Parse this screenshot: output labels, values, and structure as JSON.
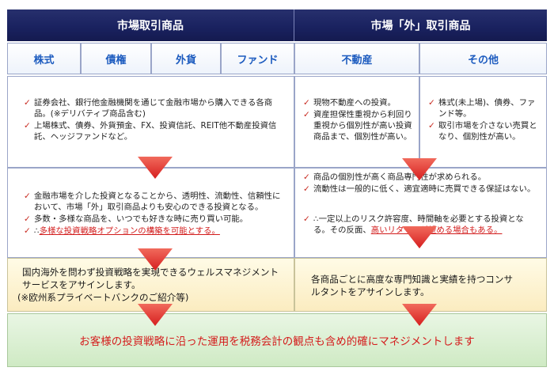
{
  "headers": {
    "left": "市場取引商品",
    "right": "市場「外」取引商品"
  },
  "tabs": [
    "株式",
    "債権",
    "外貨",
    "ファンド",
    "不動産",
    "その他"
  ],
  "left_top": {
    "bullets": [
      "証券会社、銀行他金融機関を通じて金融市場から購入できる各商品。(※デリバティブ商品含む)",
      "上場株式、債券、外貨預金、FX、投資信託、REIT他不動産投資信託、ヘッジファンドなど。"
    ]
  },
  "realestate_top": {
    "bullets": [
      "現物不動産への投資。",
      "資産担保性重視から利回り重視から個別性が高い投資商品まで、個別性が高い。"
    ]
  },
  "other_top": {
    "bullets": [
      "株式(未上場)、債券、ファンド等。",
      "取引市場を介さない売買となり、個別性が高い。"
    ]
  },
  "left_middle": {
    "bullets": [
      "金融市場を介した投資となることから、透明性、流動性、信頼性において、市場「外」取引商品よりも安心のできる投資となる。",
      "多数・多様な商品を、いつでも好きな時に売り買い可能。"
    ],
    "last_prefix": "∴",
    "last_highlight": "多様な投資戦略オプションの構築を可能とする。"
  },
  "right_middle": {
    "bullets": [
      "商品の個別性が高く商品専門性が求められる。",
      "流動性は一般的に低く、適宜適時に売買できる保証はない。"
    ],
    "last_prefix": "∴一定以上のリスク許容度、時間軸を必要とする投資となる。その反面、",
    "last_highlight": "高いリターンが望める場合もある。"
  },
  "service": {
    "left": "国内海外を問わず投資戦略を実現できるウェルスマネジメントサービスをアサインします。",
    "left_note": "(※欧州系プライベートバンクのご紹介等)",
    "right": "各商品ごとに高度な専門知識と実績を持つコンサルタントをアサインします。"
  },
  "footer": "お客様の投資戦略に沿った運用を税務会計の観点も含め的確にマネジメントします",
  "colors": {
    "header": "#1a2260",
    "tab_text": "#1c5bbf",
    "check": "#c8281e",
    "highlight": "#d21c1c",
    "arrow": "#e23a3a"
  }
}
